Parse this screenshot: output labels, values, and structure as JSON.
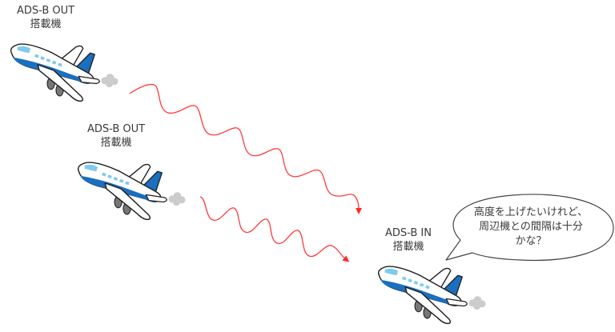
{
  "diagram": {
    "aircraft": [
      {
        "role": "sender",
        "label_line1": "ADS-B OUT",
        "label_line2": "搭載機"
      },
      {
        "role": "sender",
        "label_line1": "ADS-B OUT",
        "label_line2": "搭載機"
      },
      {
        "role": "receiver",
        "label_line1": "ADS-B IN",
        "label_line2": "搭載機"
      }
    ],
    "speech_bubble": {
      "line1": "高度を上げたいけれど、",
      "line2": "周辺機との間隔は十分",
      "line3": "かな？"
    },
    "signals": [
      {
        "from": "aircraft-0",
        "to": "aircraft-2",
        "style": "red-wavy-arrow"
      },
      {
        "from": "aircraft-1",
        "to": "aircraft-2",
        "style": "red-wavy-arrow"
      }
    ],
    "colors": {
      "signal": "#ff3b3b",
      "plane_blue": "#1a6fbf",
      "plane_light_blue": "#7fcaf0",
      "outline": "#222222",
      "smoke": "#cccccc"
    }
  }
}
